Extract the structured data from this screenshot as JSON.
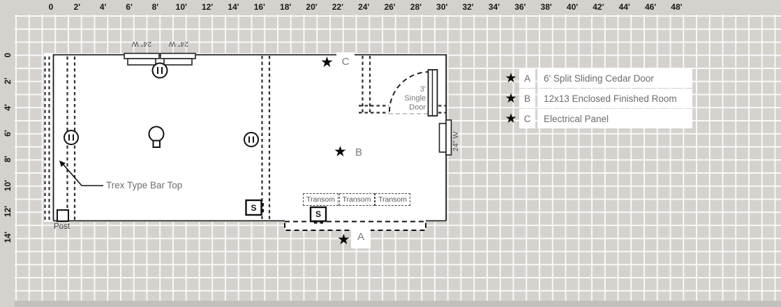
{
  "rulers": {
    "top": [
      "0",
      "2'",
      "4'",
      "6'",
      "8'",
      "10'",
      "12'",
      "14'",
      "16'",
      "18'",
      "20'",
      "22'",
      "24'",
      "26'",
      "28'",
      "30'",
      "32'",
      "34'",
      "36'",
      "38'",
      "40'",
      "42'",
      "44'",
      "46'",
      "48'"
    ],
    "left": [
      "0",
      "2'",
      "4'",
      "6'",
      "8'",
      "10'",
      "12'",
      "14'"
    ]
  },
  "symbols": {
    "star": "★",
    "switch": "S"
  },
  "plan": {
    "top_window_labels": [
      "24\" W",
      "24\" W"
    ],
    "right_window_label": "24\" W",
    "bar_top_label": "Trex Type Bar Top",
    "post_label": "Post",
    "single_door_label_lines": [
      "3'",
      "Single",
      "Door"
    ],
    "transom_labels": [
      "Transom",
      "Transom",
      "Transom"
    ],
    "markers": {
      "a": "A",
      "b": "B",
      "c": "C"
    }
  },
  "legend": {
    "items": [
      {
        "letter": "A",
        "description": "6' Split Sliding Cedar Door"
      },
      {
        "letter": "B",
        "description": "12x13 Enclosed Finished Room"
      },
      {
        "letter": "C",
        "description": "Electrical Panel"
      }
    ]
  },
  "colors": {
    "canvas": "#d5d2ce",
    "grid_line": "#ffffff",
    "wall": "#1c1c1c",
    "label_gray": "#6e6e6e"
  }
}
